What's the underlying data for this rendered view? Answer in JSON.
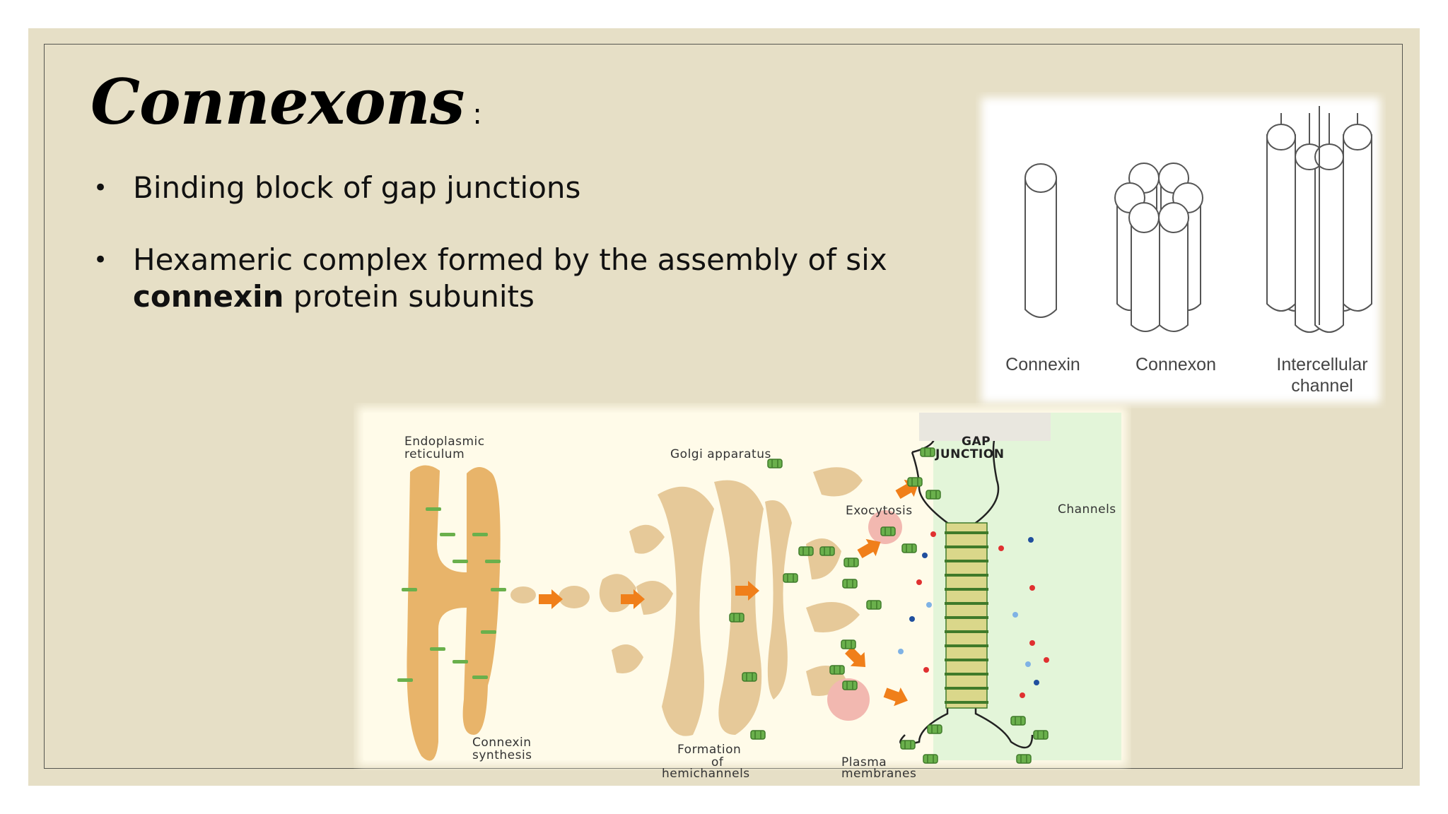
{
  "slide": {
    "title": "Connexons",
    "title_suffix": ":",
    "bullets": [
      {
        "text": "Binding block of gap junctions"
      },
      {
        "text_before": "Hexameric complex formed by the assembly of six",
        "bold": "connexin",
        "text_after": " protein subunits"
      }
    ]
  },
  "figure_top": {
    "captions": [
      "Connexin",
      "Connexon",
      "Intercellular",
      "channel"
    ]
  },
  "figure_bottom": {
    "labels": {
      "er_1": "Endoplasmic",
      "er_2": "reticulum",
      "golgi": "Golgi apparatus",
      "gap_1": "GAP",
      "gap_2": "JUNCTION",
      "exocytosis": "Exocytosis",
      "channels": "Channels",
      "synth_1": "Connexin",
      "synth_2": "synthesis",
      "form_1": "Formation",
      "form_2": "of",
      "form_3": "hemichannels",
      "pm_1": "Plasma",
      "pm_2": "membranes"
    },
    "colors": {
      "er": "#e8b46a",
      "golgi": "#e6c999",
      "connexon": "#6ab04c",
      "arrow": "#f07f1a",
      "vesicle": "#f2b8b0"
    }
  }
}
